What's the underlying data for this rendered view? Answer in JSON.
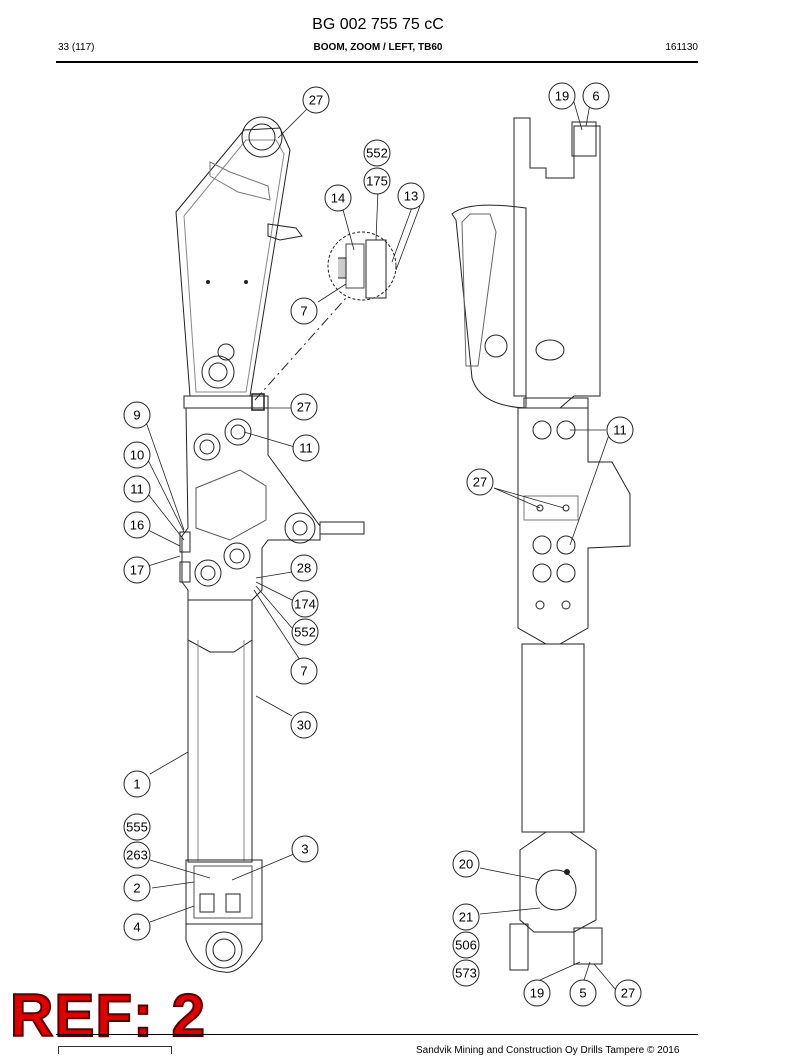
{
  "header": {
    "document_number": "BG 002 755 75 cC",
    "page_index": "33 (117)",
    "title": "BOOM, ZOOM / LEFT, TB60",
    "date_code": "161130"
  },
  "footer": {
    "copyright": "Sandvik Mining and Construction Oy Drills Tampere © 2016",
    "stamp": "REF: 2"
  },
  "callouts_left": [
    "27",
    "552",
    "175",
    "14",
    "13",
    "7",
    "27",
    "9",
    "11",
    "10",
    "11",
    "16",
    "17",
    "28",
    "174",
    "552",
    "7",
    "30",
    "1",
    "555",
    "263",
    "3",
    "2",
    "4"
  ],
  "callouts_right": [
    "19",
    "6",
    "11",
    "27",
    "20",
    "21",
    "506",
    "573",
    "19",
    "5",
    "27"
  ]
}
